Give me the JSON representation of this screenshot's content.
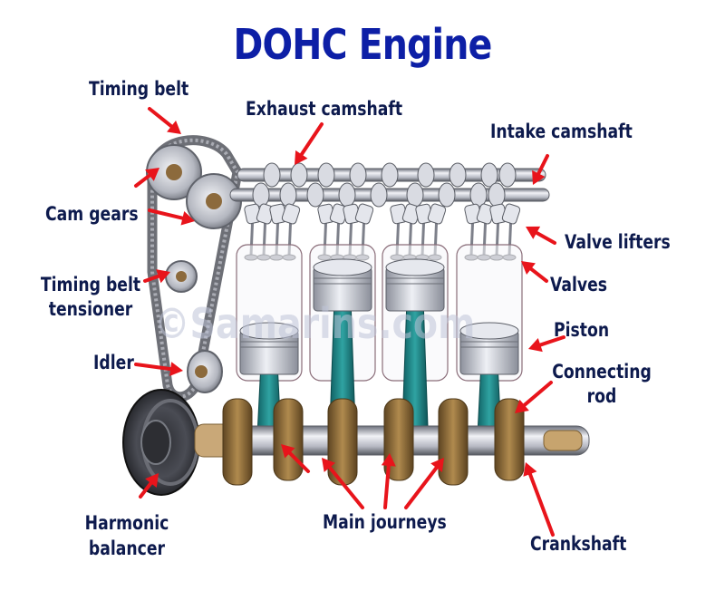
{
  "title": "DOHC Engine",
  "watermark": "©Samarins.com",
  "labels": {
    "timing_belt": "Timing belt",
    "exhaust_camshaft": "Exhaust camshaft",
    "intake_camshaft": "Intake camshaft",
    "cam_gears": "Cam gears",
    "valve_lifters": "Valve lifters",
    "timing_belt_tensioner_line1": "Timing belt",
    "timing_belt_tensioner_line2": "tensioner",
    "valves": "Valves",
    "piston": "Piston",
    "idler": "Idler",
    "connecting_rod_line1": "Connecting",
    "connecting_rod_line2": "rod",
    "harmonic_balancer_line1": "Harmonic",
    "harmonic_balancer_line2": "balancer",
    "main_journeys": "Main journeys",
    "crankshaft": "Crankshaft"
  },
  "colors": {
    "title": "#0d1fa6",
    "label": "#0d1a4d",
    "arrow": "#e8141b",
    "rod": "#1f8a8a",
    "crank_web": "#8a6a3a",
    "piston_metal": "#c9ccd6"
  }
}
